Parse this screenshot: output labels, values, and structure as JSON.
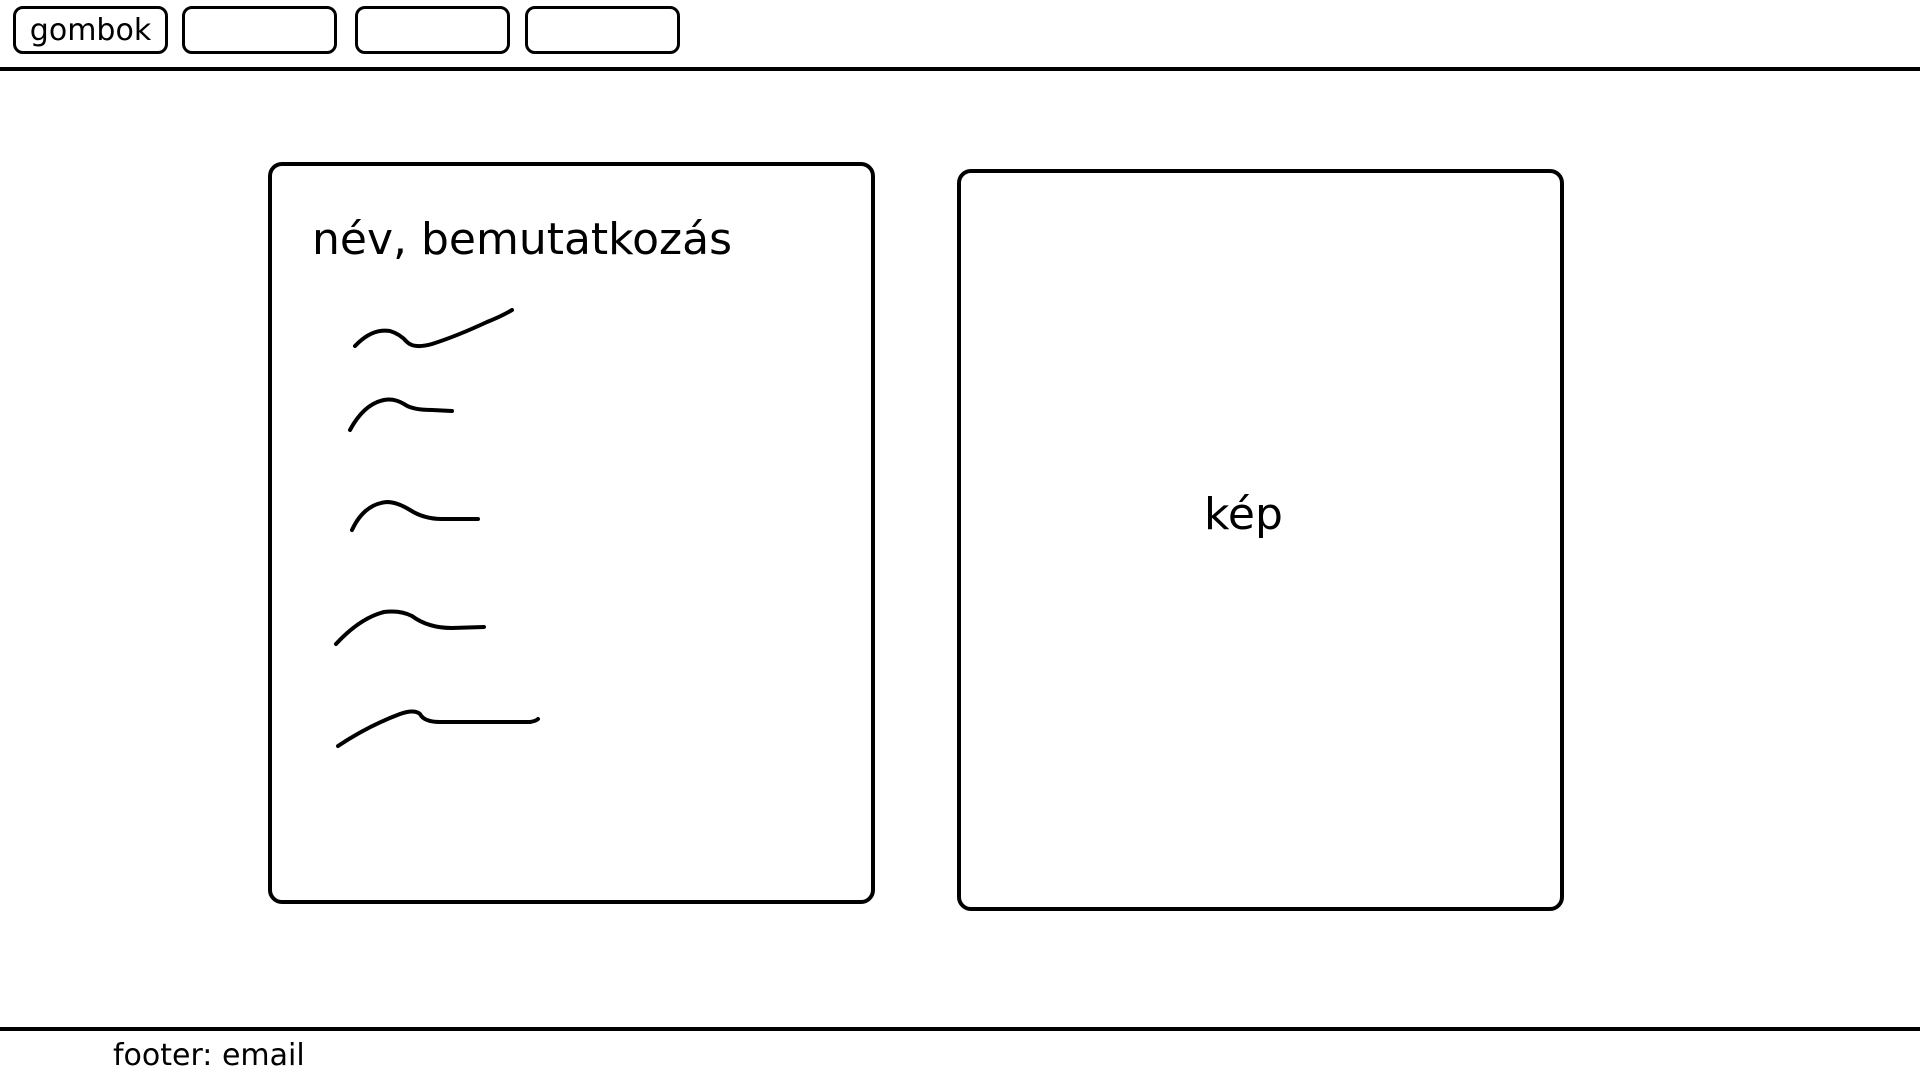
{
  "header": {
    "buttons": [
      {
        "label": "gombok"
      },
      {
        "label": ""
      },
      {
        "label": ""
      },
      {
        "label": ""
      }
    ]
  },
  "main": {
    "intro_card": {
      "title": "név, bemutatkozás",
      "placeholder_lines": 5
    },
    "image_card": {
      "label": "kép"
    }
  },
  "footer": {
    "text": "footer: email"
  },
  "colors": {
    "ink": "#000000",
    "background": "#ffffff"
  }
}
